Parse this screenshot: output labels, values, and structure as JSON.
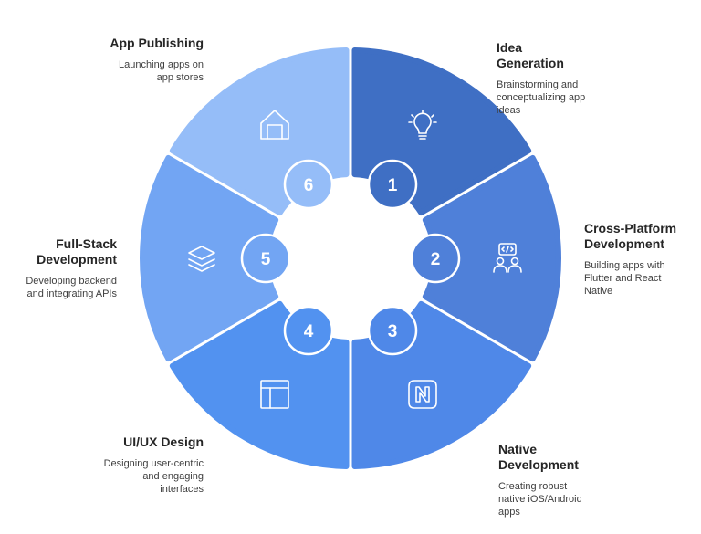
{
  "colors": {
    "seg1": "#3f6fc4",
    "seg2": "#4f80d9",
    "seg3": "#4f88e8",
    "seg4": "#5292f0",
    "seg5": "#72a5f3",
    "seg6": "#95bdf8",
    "icon": "#ffffff"
  },
  "steps": [
    {
      "number": "1",
      "title": "Idea\nGeneration",
      "description": "Brainstorming and conceptualizing app ideas",
      "icon": "lightbulb-icon"
    },
    {
      "number": "2",
      "title": "Cross-Platform\nDevelopment",
      "description": "Building apps with Flutter and React Native",
      "icon": "code-collaboration-icon"
    },
    {
      "number": "3",
      "title": "Native\nDevelopment",
      "description": "Creating robust native iOS/Android apps",
      "icon": "native-logo-icon"
    },
    {
      "number": "4",
      "title": "UI/UX Design",
      "description": "Designing user-centric and engaging interfaces",
      "icon": "layout-icon"
    },
    {
      "number": "5",
      "title": "Full-Stack\nDevelopment",
      "description": "Developing backend and integrating APIs",
      "icon": "layers-icon"
    },
    {
      "number": "6",
      "title": "App Publishing",
      "description": "Launching apps on app stores",
      "icon": "store-house-icon"
    }
  ]
}
